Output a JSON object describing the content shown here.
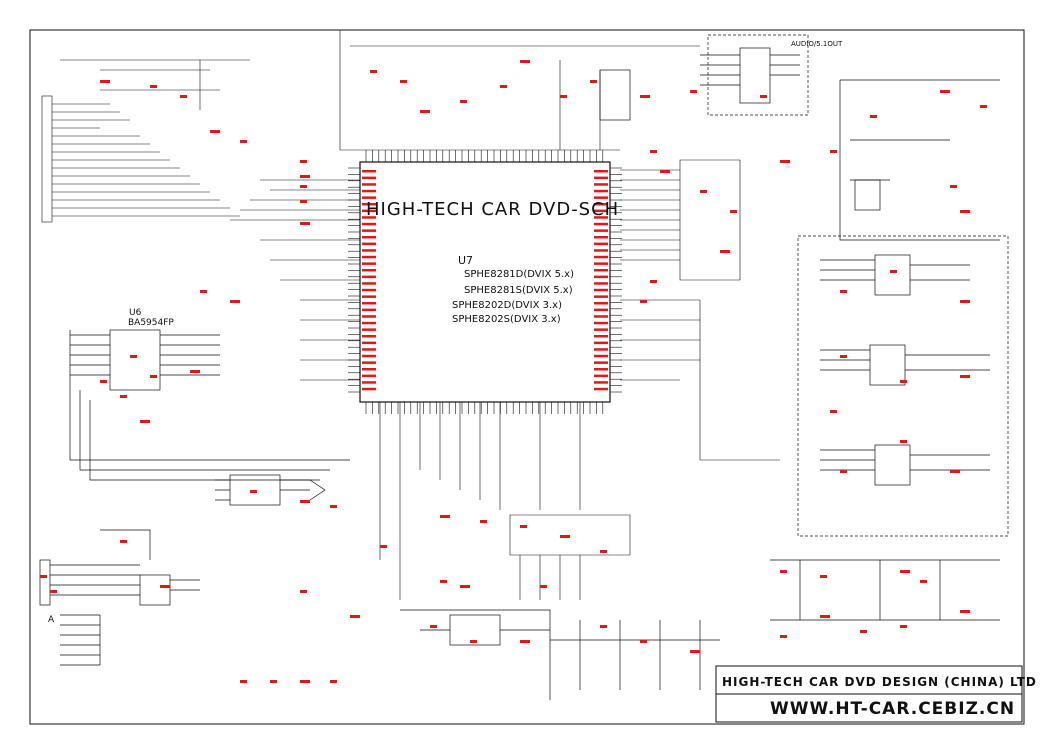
{
  "schematic": {
    "main_title": "HIGH-TECH CAR DVD-SCH",
    "u7_designator": "U7",
    "u7_variants": [
      "SPHE8281D(DVIX 5.x)",
      "SPHE8281S(DVIX 5.x)",
      "SPHE8202D(DVIX 3.x)",
      "SPHE8202S(DVIX 3.x)"
    ],
    "u6_designator": "U6",
    "u6_part": "BA5954FP",
    "audio_block_label": "AUDIO/5.1OUT",
    "connector_label": "A"
  },
  "title_block": {
    "company": "HIGH-TECH CAR DVD DESIGN (CHINA) LTD",
    "website": "WWW.HT-CAR.CEBIZ.CN"
  },
  "colors": {
    "wire": "#111111",
    "annotation": "#e01818",
    "background": "#ffffff"
  }
}
